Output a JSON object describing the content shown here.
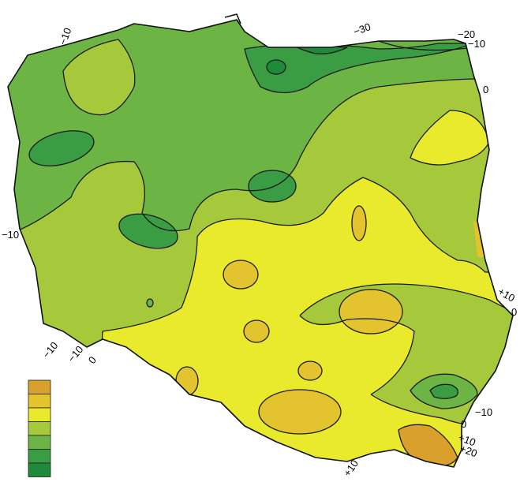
{
  "colors": {
    "z_minus30": "#1f8a3a",
    "z_minus20": "#3a9d44",
    "z_minus10": "#6cb544",
    "z_0": "#a6c93b",
    "z_plus10": "#eaea2c",
    "z_plus20": "#e3c42e",
    "z_plus30": "#d9a02c",
    "line": "#1a1a1a"
  },
  "iso_labels": [
    "-30",
    "-20",
    "-10",
    "0",
    "+10",
    "+20"
  ],
  "labels": {
    "north_m30": "−30",
    "ne_m20": "−20",
    "ne_m10": "−10",
    "ne_0": "0",
    "nw_m10": "−10",
    "west_m10": "−10",
    "sw_m10a": "−10",
    "sw_m10b": "−10",
    "sw_0": "0",
    "e_p10": "+10",
    "e_edge": "0",
    "se_m10": "−10",
    "se_0": "0",
    "se_p10": "+10",
    "se_p20": "+20",
    "s_p10": "+10"
  },
  "legend": {
    "swatches": [
      "z_plus30",
      "z_plus20",
      "z_plus10",
      "z_0",
      "z_minus10",
      "z_minus20",
      "z_minus30"
    ]
  }
}
